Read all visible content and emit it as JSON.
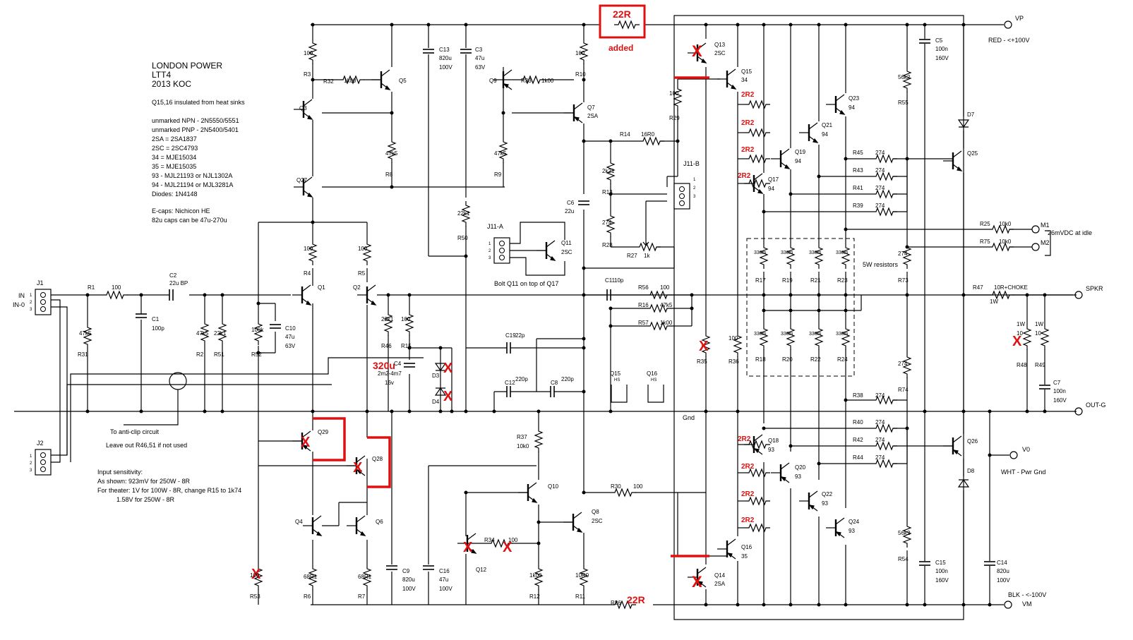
{
  "colors": {
    "ink": "#000000",
    "annotation": "#e01010",
    "background": "#ffffff"
  },
  "title": {
    "line1": "LONDON POWER",
    "line2": "LTT4",
    "line3": "2013 KOC"
  },
  "notes": {
    "insulated": "Q15,16 insulated from heat sinks",
    "parts": [
      "unmarked NPN - 2N5550/5551",
      "unmarked PNP - 2N5400/5401",
      "2SA = 2SA1837",
      "2SC = 2SC4793",
      "34 = MJE15034",
      "35 = MJE15035",
      "93 - MJL21193 or NJL1302A",
      "94 - MJL21194 or MJL3281A",
      "Diodes: 1N4148"
    ],
    "ecaps": [
      "E-caps: Nichicon HE",
      "82u caps can be 47u-270u"
    ],
    "sensitivity": [
      "Input sensitivity:",
      "As shown: 923mV for 250W - 8R",
      "For theater: 1V for 100W - 8R, change R15 to 1k74",
      "1.58V for 250W - 8R"
    ],
    "anticlip": "To anti-clip circuit",
    "leaveout": "Leave out R46,51 if not used",
    "bolt": "Bolt Q11 on top of Q17",
    "resistors_5w": "5W resistors",
    "idle": "26mVDC at idle",
    "gnd": "Gnd"
  },
  "rails": {
    "vp": "VP",
    "vp_desc": "RED - <+100V",
    "vm": "VM",
    "vm_desc": "BLK - <-100V",
    "v0": "V0",
    "v0_desc": "WHT - Pwr Gnd",
    "spkr": "SPKR",
    "outg": "OUT-G"
  },
  "connectors": {
    "j1": "J1",
    "j2": "J2",
    "j11a": "J11-A",
    "j11b": "J11-B",
    "in": "IN",
    "in0": "IN-0",
    "m1": "M1",
    "m2": "M2",
    "pins": [
      "1",
      "2",
      "3"
    ]
  },
  "annotations": {
    "r22_top": "22R",
    "added": "added",
    "r22_bottom": "22R",
    "c320": "320u",
    "r2r2": "2R2",
    "x": "X"
  },
  "components": {
    "R1": "R1",
    "r1v": "100",
    "R31": "R31",
    "r31v": "47k5",
    "R2": "R2",
    "r2v": "47k5",
    "R51": "R51",
    "r51v": "22k1",
    "C1": "C1",
    "c1v": "100p",
    "C2": "C2",
    "c2v": "22u BP",
    "R3": "R3",
    "r3v": "100",
    "R32": "R32",
    "r32v": "1k00",
    "Q5": "Q5",
    "Q3": "Q3",
    "Q27": "Q27",
    "R8": "R8",
    "r8v": "47k5",
    "C13": "C13",
    "c13v": "820u",
    "c13u": "100V",
    "C3": "C3",
    "c3v": "47u",
    "c3u": "63V",
    "Q9": "Q9",
    "R33": "R33",
    "r33v": "1k00",
    "R10": "R10",
    "r10v": "100",
    "Q7": "Q7",
    "q7t": "2SA",
    "R9": "R9",
    "r9v": "47k5",
    "R50": "R50",
    "r50v": "22k1",
    "R4": "R4",
    "r4v": "100",
    "R5": "R5",
    "r5v": "100",
    "Q1": "Q1",
    "Q2": "Q2",
    "R52": "R52",
    "r52v": "100k",
    "C10": "C10",
    "c10v": "47u",
    "c10u": "63V",
    "R46": "R46",
    "r46v": "22k1",
    "R15": "R15",
    "r15v": "100",
    "C4": "C4",
    "c4v": "2m2-4m7",
    "c4u": "16v",
    "D3": "D3",
    "D4": "D4",
    "Q29": "Q29",
    "Q28": "Q28",
    "Q4": "Q4",
    "Q6": "Q6",
    "R6": "R6",
    "r6v": "68R1",
    "R7": "R7",
    "r7v": "68R1",
    "R53": "R53",
    "r53v": "100",
    "C9": "C9",
    "c9v": "820u",
    "c9u": "100V",
    "C16": "C16",
    "c16v": "47u",
    "c16u": "100V",
    "C19": "C19",
    "c19v": "22p",
    "C12": "C12",
    "c12v": "220p",
    "C8": "C8",
    "c8v": "220p",
    "R37": "R37",
    "r37v": "10k0",
    "Q10": "Q10",
    "Q12": "Q12",
    "R34": "R34",
    "r34v": "100",
    "R12": "R12",
    "r12v": "1k00",
    "R11": "R11",
    "r11v": "10R0",
    "Q8": "Q8",
    "q8t": "2SC",
    "R30": "R30",
    "r30v": "100",
    "R26": "R26",
    "R14": "R14",
    "r14v": "16R0",
    "R13": "R13",
    "r13v": "2k21",
    "R28": "R28",
    "r28v": "274",
    "R27": "R27",
    "r27v": "1k",
    "C6": "C6",
    "c6v": "22u",
    "Q11": "Q11",
    "q11t": "2SC",
    "C11": "C11",
    "c11v": "10p",
    "R56": "R56",
    "r56v": "100",
    "R16": "R16",
    "r16v": "47k5",
    "R57": "R57",
    "r57v": "1k00",
    "Q15HS": "Q15",
    "Q16HS": "Q16",
    "hs": "HS",
    "R29": "R29",
    "r29v": "100",
    "Q13": "Q13",
    "q13t": "2SC",
    "Q15": "Q15",
    "q15t": "34",
    "R35": "R35",
    "R36": "R36",
    "r36v": "100",
    "Q14": "Q14",
    "q14t": "2SA",
    "Q16": "Q16",
    "q16t": "35",
    "Q17": "Q17",
    "Q19": "Q19",
    "Q21": "Q21",
    "Q23": "Q23",
    "t94": "94",
    "Q18": "Q18",
    "Q20": "Q20",
    "Q22": "Q22",
    "Q24": "Q24",
    "t93": "93",
    "R17": "R17",
    "R19": "R19",
    "R21": "R21",
    "R23": "R23",
    "R18": "R18",
    "R20": "R20",
    "R22": "R22",
    "R24": "R24",
    "r330": "330m",
    "R45": "R45",
    "R43": "R43",
    "R41": "R41",
    "R39": "R39",
    "R38": "R38",
    "R40": "R40",
    "R42": "R42",
    "R44": "R44",
    "r274": "274",
    "R55": "R55",
    "r55v": "56k2",
    "R73": "R73",
    "R74": "R74",
    "R54": "R54",
    "r54v": "56k2",
    "C5": "C5",
    "c5v": "100n",
    "c5u": "160V",
    "C15": "C15",
    "c15v": "100n",
    "c15u": "160V",
    "Q25": "Q25",
    "Q26": "Q26",
    "D7": "D7",
    "D8": "D8",
    "R25": "R25",
    "r25v": "10k0",
    "R75": "R75",
    "r75v": "10k0",
    "R47": "R47",
    "r47v": "10R+CHOKE",
    "r47p": "1W",
    "R48": "R48",
    "r48v": "10",
    "r48p": "1W",
    "R49": "R49",
    "r49v": "10",
    "r49p": "1W",
    "C7": "C7",
    "c7v": "100n",
    "c7u": "160V",
    "C14": "C14",
    "c14v": "820u",
    "c14u": "100V"
  }
}
